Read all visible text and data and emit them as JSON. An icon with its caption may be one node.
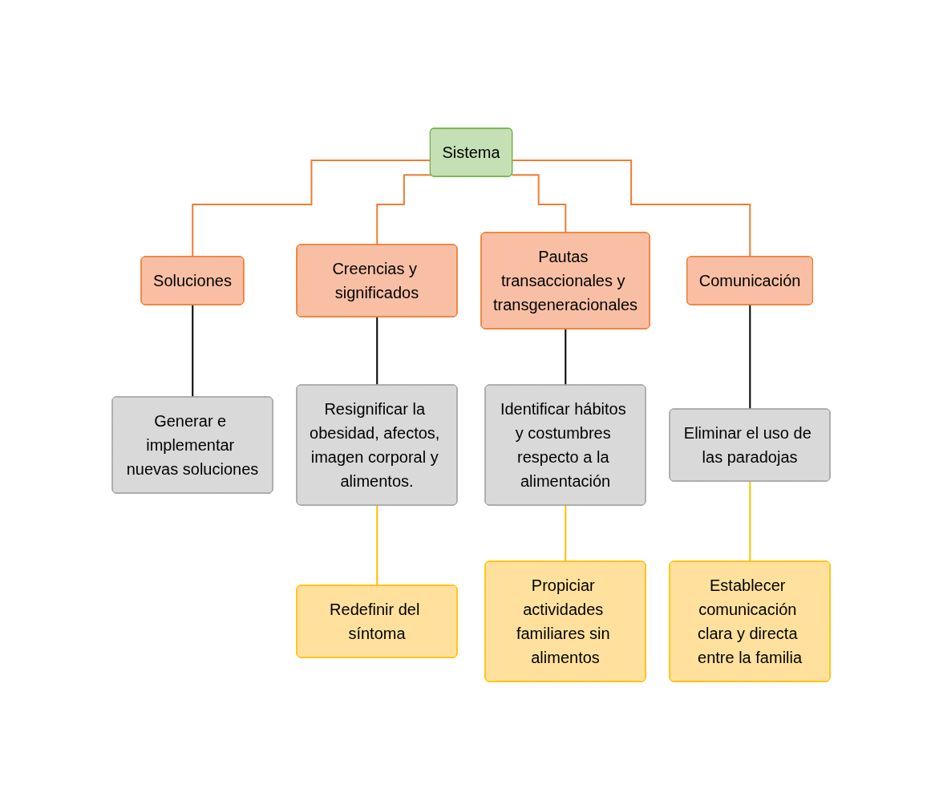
{
  "diagram": {
    "nodes": [
      {
        "text": [
          "Sistema"
        ]
      },
      {
        "text": [
          "Soluciones"
        ]
      },
      {
        "text": [
          "Creencias y significados"
        ]
      },
      {
        "text": [
          "Pautas transaccionales y transgeneracionales"
        ]
      },
      {
        "text": [
          "Comunicación"
        ]
      },
      {
        "text": [
          "Generar e implementar nuevas soluciones"
        ]
      },
      {
        "text": [
          "Resignificar la obesidad, afectos, imagen corporal y alimentos."
        ]
      },
      {
        "text": [
          "Identificar hábitos y costumbres respecto a la alimentación"
        ]
      },
      {
        "text": [
          "Eliminar el uso de las paradojas"
        ]
      },
      {
        "text": [
          "Redefinir del síntoma"
        ]
      },
      {
        "text": [
          "Propiciar actividades familiares sin alimentos"
        ]
      },
      {
        "text": [
          "Establecer comunicación clara y directa entre la familia"
        ]
      }
    ],
    "edges": [
      {
        "from": 0,
        "to": 1,
        "arrow": "none",
        "color": "#ed7d31"
      },
      {
        "from": 0,
        "to": 2,
        "arrow": "none",
        "color": "#ed7d31"
      },
      {
        "from": 0,
        "to": 3,
        "arrow": "none",
        "color": "#ed7d31"
      },
      {
        "from": 0,
        "to": 4,
        "arrow": "none",
        "color": "#ed7d31"
      },
      {
        "from": 1,
        "to": 5,
        "arrow": "none",
        "color": "#000000"
      },
      {
        "from": 2,
        "to": 6,
        "arrow": "none",
        "color": "#000000"
      },
      {
        "from": 3,
        "to": 7,
        "arrow": "none",
        "color": "#000000"
      },
      {
        "from": 4,
        "to": 8,
        "arrow": "none",
        "color": "#000000"
      },
      {
        "from": 6,
        "to": 9,
        "arrow": "none",
        "color": "#ffc000"
      },
      {
        "from": 7,
        "to": 10,
        "arrow": "none",
        "color": "#ffc000"
      },
      {
        "from": 8,
        "to": 11,
        "arrow": "none",
        "color": "#ffc000"
      }
    ]
  }
}
